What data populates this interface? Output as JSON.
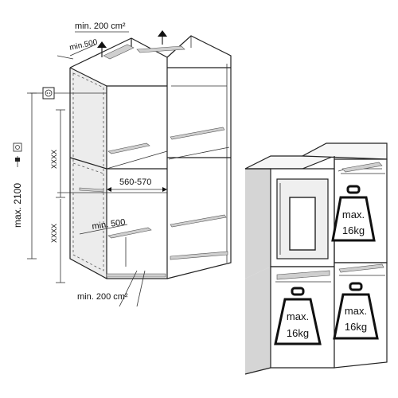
{
  "left_drawing": {
    "top_vent_label": "min. 200 cm²",
    "top_depth_label": "min.500",
    "total_height_label": "max. 2100",
    "upper_niche_label": "XXXX",
    "lower_niche_label": "XXXX",
    "width_label": "560-570",
    "bottom_depth_label": "min. 500",
    "bottom_vent_label": "min. 200 cm²"
  },
  "right_drawing": {
    "weights": [
      {
        "line1": "max.",
        "line2": "16kg"
      },
      {
        "line1": "max.",
        "line2": "16kg"
      },
      {
        "line1": "max.",
        "line2": "16kg"
      }
    ]
  }
}
